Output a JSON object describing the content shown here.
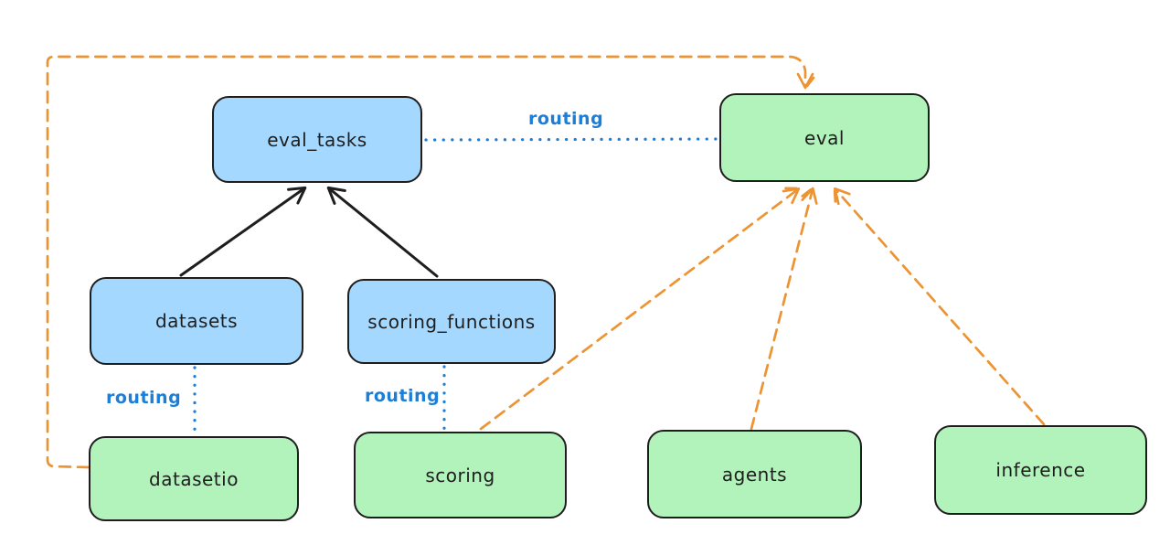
{
  "diagram": {
    "colors": {
      "background": "#ffffff",
      "node_blue_fill": "#a5d8ff",
      "node_green_fill": "#b2f2bb",
      "node_border": "#1e1e1e",
      "solid_arrow": "#1e1e1e",
      "routing_blue": "#1c7ed6",
      "dependency_orange": "#ec9434"
    },
    "nodes": [
      {
        "id": "eval_tasks",
        "label": "eval_tasks",
        "color": "blue"
      },
      {
        "id": "eval",
        "label": "eval",
        "color": "green"
      },
      {
        "id": "datasets",
        "label": "datasets",
        "color": "blue"
      },
      {
        "id": "scoring_functions",
        "label": "scoring_functions",
        "color": "blue"
      },
      {
        "id": "datasetio",
        "label": "datasetio",
        "color": "green"
      },
      {
        "id": "scoring",
        "label": "scoring",
        "color": "green"
      },
      {
        "id": "agents",
        "label": "agents",
        "color": "green"
      },
      {
        "id": "inference",
        "label": "inference",
        "color": "green"
      }
    ],
    "edges": [
      {
        "from": "datasets",
        "to": "eval_tasks",
        "style": "solid-arrow",
        "color": "black",
        "label": ""
      },
      {
        "from": "scoring_functions",
        "to": "eval_tasks",
        "style": "solid-arrow",
        "color": "black",
        "label": ""
      },
      {
        "from": "eval_tasks",
        "to": "eval",
        "style": "dotted",
        "color": "blue",
        "label": "routing"
      },
      {
        "from": "datasets",
        "to": "datasetio",
        "style": "dotted",
        "color": "blue",
        "label": "routing"
      },
      {
        "from": "scoring_functions",
        "to": "scoring",
        "style": "dotted",
        "color": "blue",
        "label": "routing"
      },
      {
        "from": "datasetio",
        "to": "eval",
        "style": "dashed-arrow",
        "color": "orange",
        "label": ""
      },
      {
        "from": "scoring",
        "to": "eval",
        "style": "dashed-arrow",
        "color": "orange",
        "label": ""
      },
      {
        "from": "agents",
        "to": "eval",
        "style": "dashed-arrow",
        "color": "orange",
        "label": ""
      },
      {
        "from": "inference",
        "to": "eval",
        "style": "dashed-arrow",
        "color": "orange",
        "label": ""
      }
    ]
  }
}
